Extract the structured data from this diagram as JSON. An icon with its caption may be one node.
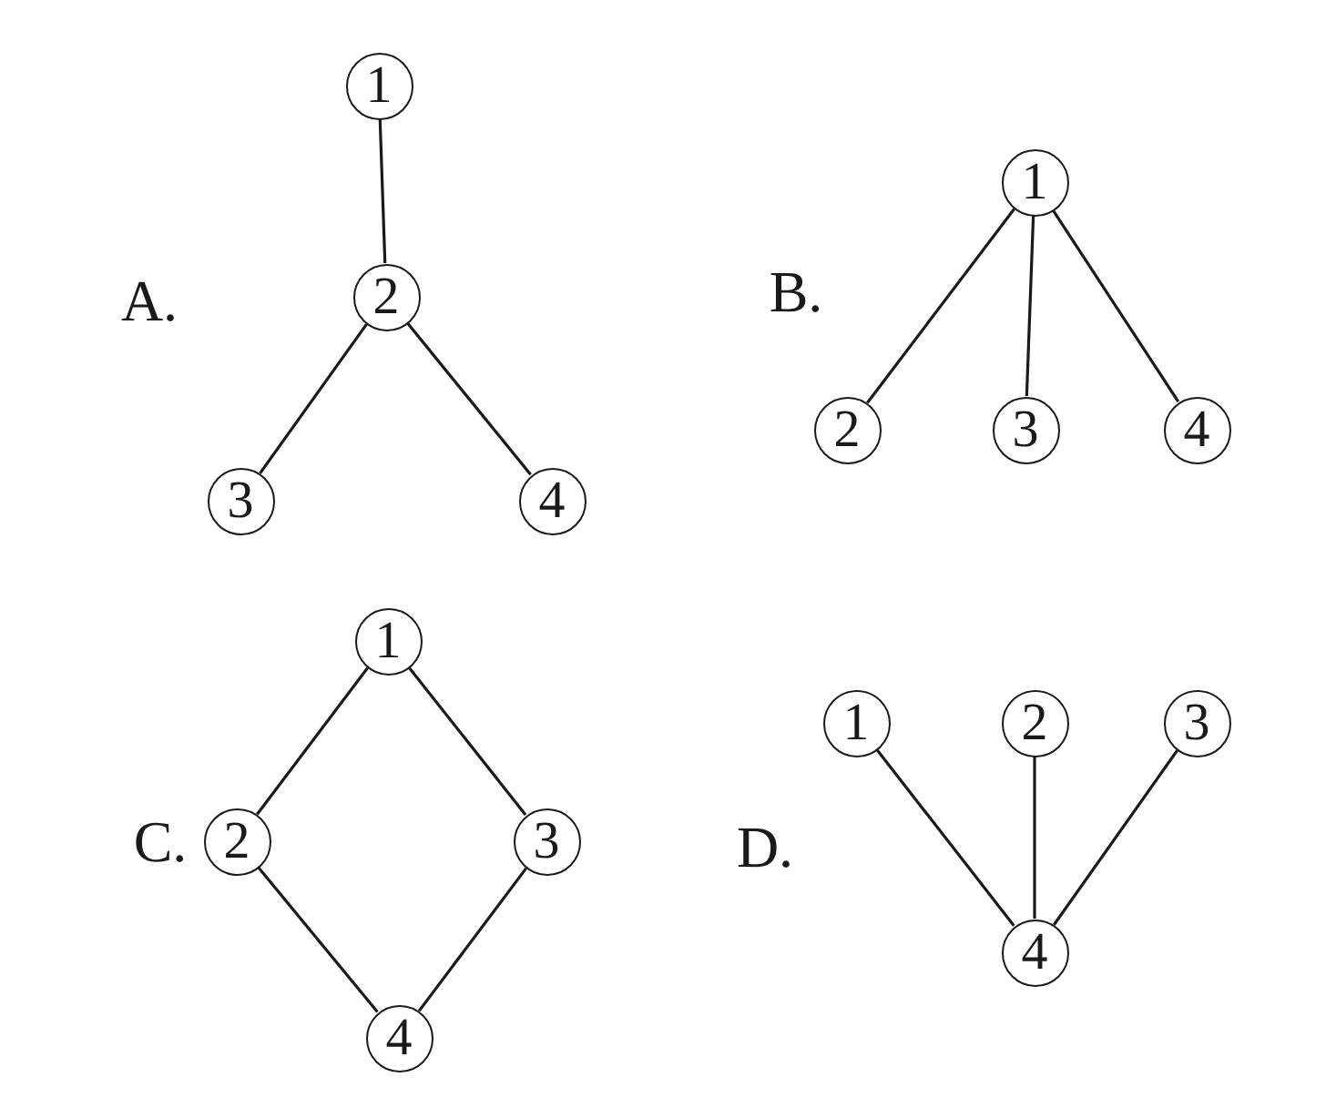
{
  "diagram": {
    "nodes": [
      {
        "text": [
          "1"
        ]
      },
      {
        "text": [
          "2"
        ]
      },
      {
        "text": [
          "3"
        ]
      },
      {
        "text": [
          "4"
        ]
      },
      {
        "text": [
          "1"
        ]
      },
      {
        "text": [
          "2"
        ]
      },
      {
        "text": [
          "3"
        ]
      },
      {
        "text": [
          "4"
        ]
      },
      {
        "text": [
          "1"
        ]
      },
      {
        "text": [
          "2"
        ]
      },
      {
        "text": [
          "3"
        ]
      },
      {
        "text": [
          "4"
        ]
      },
      {
        "text": [
          "1"
        ]
      },
      {
        "text": [
          "2"
        ]
      },
      {
        "text": [
          "3"
        ]
      },
      {
        "text": [
          "4"
        ]
      }
    ],
    "edges": [
      {
        "from": 0,
        "to": 1,
        "arrow": "none"
      },
      {
        "from": 1,
        "to": 2,
        "arrow": "none"
      },
      {
        "from": 1,
        "to": 3,
        "arrow": "none"
      },
      {
        "from": 4,
        "to": 5,
        "arrow": "none"
      },
      {
        "from": 4,
        "to": 6,
        "arrow": "none"
      },
      {
        "from": 4,
        "to": 7,
        "arrow": "none"
      },
      {
        "from": 8,
        "to": 9,
        "arrow": "none"
      },
      {
        "from": 8,
        "to": 10,
        "arrow": "none"
      },
      {
        "from": 9,
        "to": 11,
        "arrow": "none"
      },
      {
        "from": 10,
        "to": 11,
        "arrow": "none"
      },
      {
        "from": 12,
        "to": 15,
        "arrow": "none"
      },
      {
        "from": 13,
        "to": 15,
        "arrow": "none"
      },
      {
        "from": 14,
        "to": 15,
        "arrow": "none"
      }
    ],
    "labels": [
      "A.",
      "B.",
      "C.",
      "D."
    ]
  }
}
